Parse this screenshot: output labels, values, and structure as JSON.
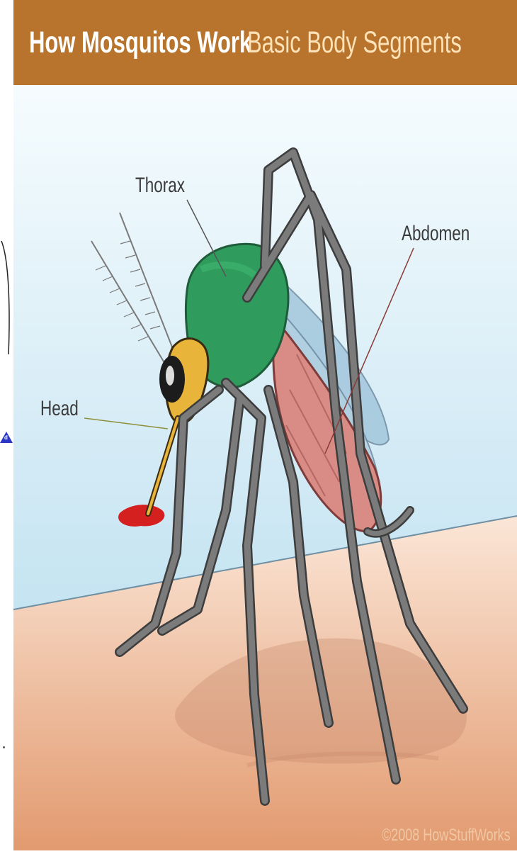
{
  "title": {
    "bold": "How Mosquitos Work",
    "light": "Basic Body Segments"
  },
  "labels": {
    "thorax": "Thorax",
    "abdomen": "Abdomen",
    "head": "Head"
  },
  "copyright": "©2008 HowStuffWorks",
  "left_widget": "d",
  "colors": {
    "title_bar": "#b8732c",
    "sky_top": "#f3fbfe",
    "sky_bottom": "#b6dcef",
    "skin_top": "#fae3d3",
    "skin_bottom": "#e4a077",
    "thorax": "#2f9b5c",
    "abdomen": "#d98b86",
    "legs": "#767676",
    "blood": "#d4201e",
    "proboscis": "#e8b53a"
  }
}
